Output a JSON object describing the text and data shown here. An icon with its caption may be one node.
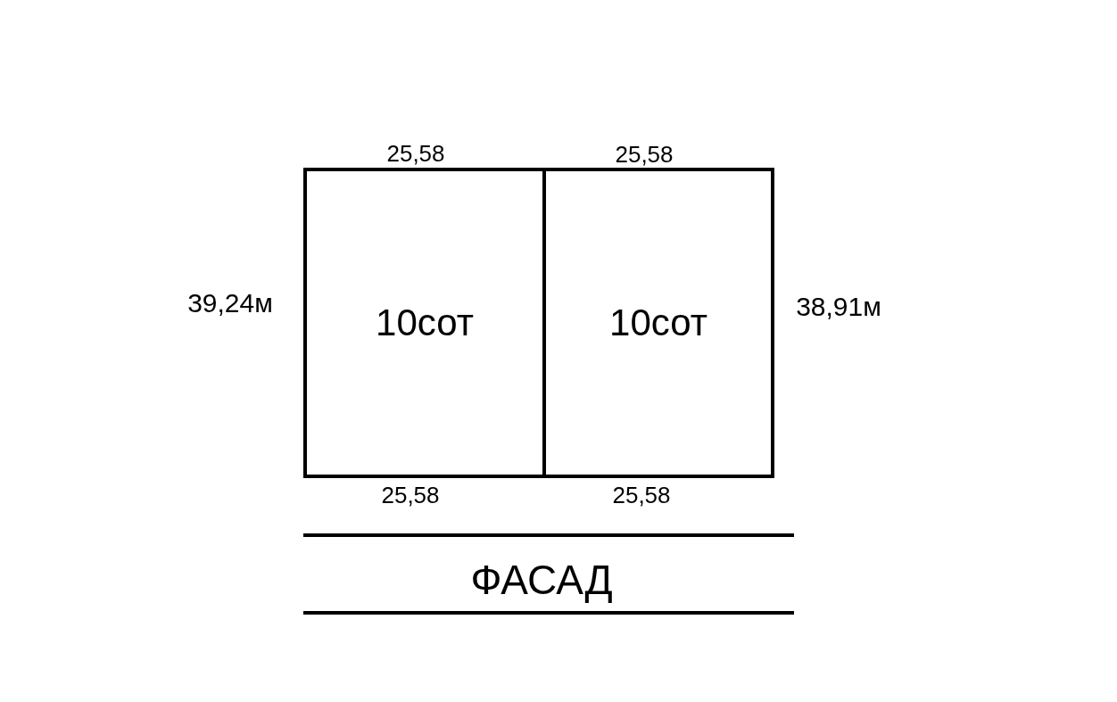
{
  "diagram": {
    "nodes": [
      {
        "text": [
          "10сот"
        ]
      },
      {
        "text": [
          "10сот"
        ]
      }
    ],
    "labels": [
      "25,58",
      "25,58",
      "39,24м",
      "38,91м",
      "25,58",
      "25,58",
      "ФАСАД"
    ]
  }
}
